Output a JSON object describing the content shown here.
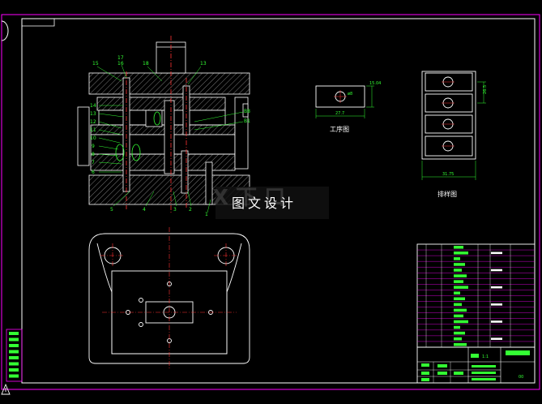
{
  "captions": {
    "process_drawing": "工序图",
    "layout_drawing": "排样图"
  },
  "dimensions": {
    "part_width": "27.7",
    "part_height": "15.04",
    "part_hole": "ø8",
    "strip_width": "31.75",
    "strip_pitch": "26.5"
  },
  "part_labels": {
    "left": [
      "15",
      "14",
      "13",
      "12",
      "11",
      "10",
      "9",
      "8",
      "7",
      "6"
    ],
    "top": [
      "17",
      "16",
      "18",
      "13"
    ],
    "right": [
      "B8",
      "B1"
    ],
    "bottom": [
      "5",
      "4",
      "3",
      "2",
      "1"
    ]
  },
  "title_block": {
    "scale": "1:1",
    "code": "00"
  },
  "watermark": {
    "text": "图文设计"
  },
  "colors": {
    "frame": "#ffffff",
    "outline": "#ffffff",
    "hatch": "#33ff33",
    "centerline": "#ff3333",
    "dimension": "#33ff33",
    "border_accent": "#ff00ff",
    "watermark_bg": "#111111"
  }
}
